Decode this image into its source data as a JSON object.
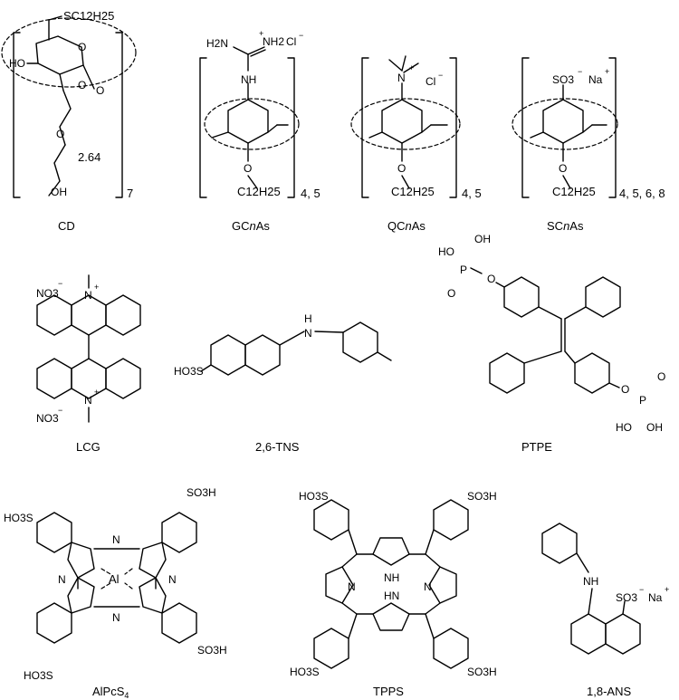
{
  "row1": {
    "cd": {
      "label": "CD",
      "repeat": "7",
      "substituent": "SC12H25",
      "ho": "HO",
      "oh": "OH",
      "ring_o": "O",
      "units": "2.64"
    },
    "gcnas": {
      "label": "GCnAs",
      "label_pre": "GC",
      "label_italic": "n",
      "label_post": "As",
      "repeat": "4, 5",
      "amine_left": "H2N",
      "amine_right": "NH2",
      "nh": "NH",
      "plus": "+",
      "counter": "Cl",
      "minus": "−",
      "chain": "C12H25",
      "ether_o": "O"
    },
    "qcnas": {
      "label": "QCnAs",
      "label_pre": "QC",
      "label_italic": "n",
      "label_post": "As",
      "repeat": "4, 5",
      "n": "N",
      "plus": "+",
      "counter": "Cl",
      "minus": "−",
      "chain": "C12H25",
      "ether_o": "O"
    },
    "scnas": {
      "label": "SCnAs",
      "label_pre": "SC",
      "label_italic": "n",
      "label_post": "As",
      "repeat": "4, 5, 6, 8",
      "so3": "SO3",
      "minus": "−",
      "counter": "Na",
      "plus": "+",
      "chain": "C12H25",
      "ether_o": "O"
    }
  },
  "row2": {
    "lcg": {
      "label": "LCG",
      "no3": "NO3",
      "minus": "−",
      "n": "N",
      "plus": "+"
    },
    "tns": {
      "label": "2,6-TNS",
      "nh_h": "H",
      "nh_n": "N",
      "so3": "HO3S"
    },
    "ptpe": {
      "label": "PTPE",
      "o": "O",
      "p": "P",
      "oh": "OH",
      "ho": "HO"
    }
  },
  "row3": {
    "alpcs": {
      "label": "AlPcS4",
      "label_main": "AlPcS",
      "label_sub": "4",
      "al": "Al",
      "n": "N",
      "so3h": "SO3H",
      "ho3s": "HO3S"
    },
    "tpps": {
      "label": "TPPS",
      "n": "N",
      "nh": "NH",
      "hn": "HN",
      "so3h": "SO3H",
      "ho3s": "HO3S"
    },
    "ans": {
      "label": "1,8-ANS",
      "nh": "NH",
      "so3": "SO3",
      "minus": "−",
      "counter": "Na",
      "plus": "+"
    }
  }
}
